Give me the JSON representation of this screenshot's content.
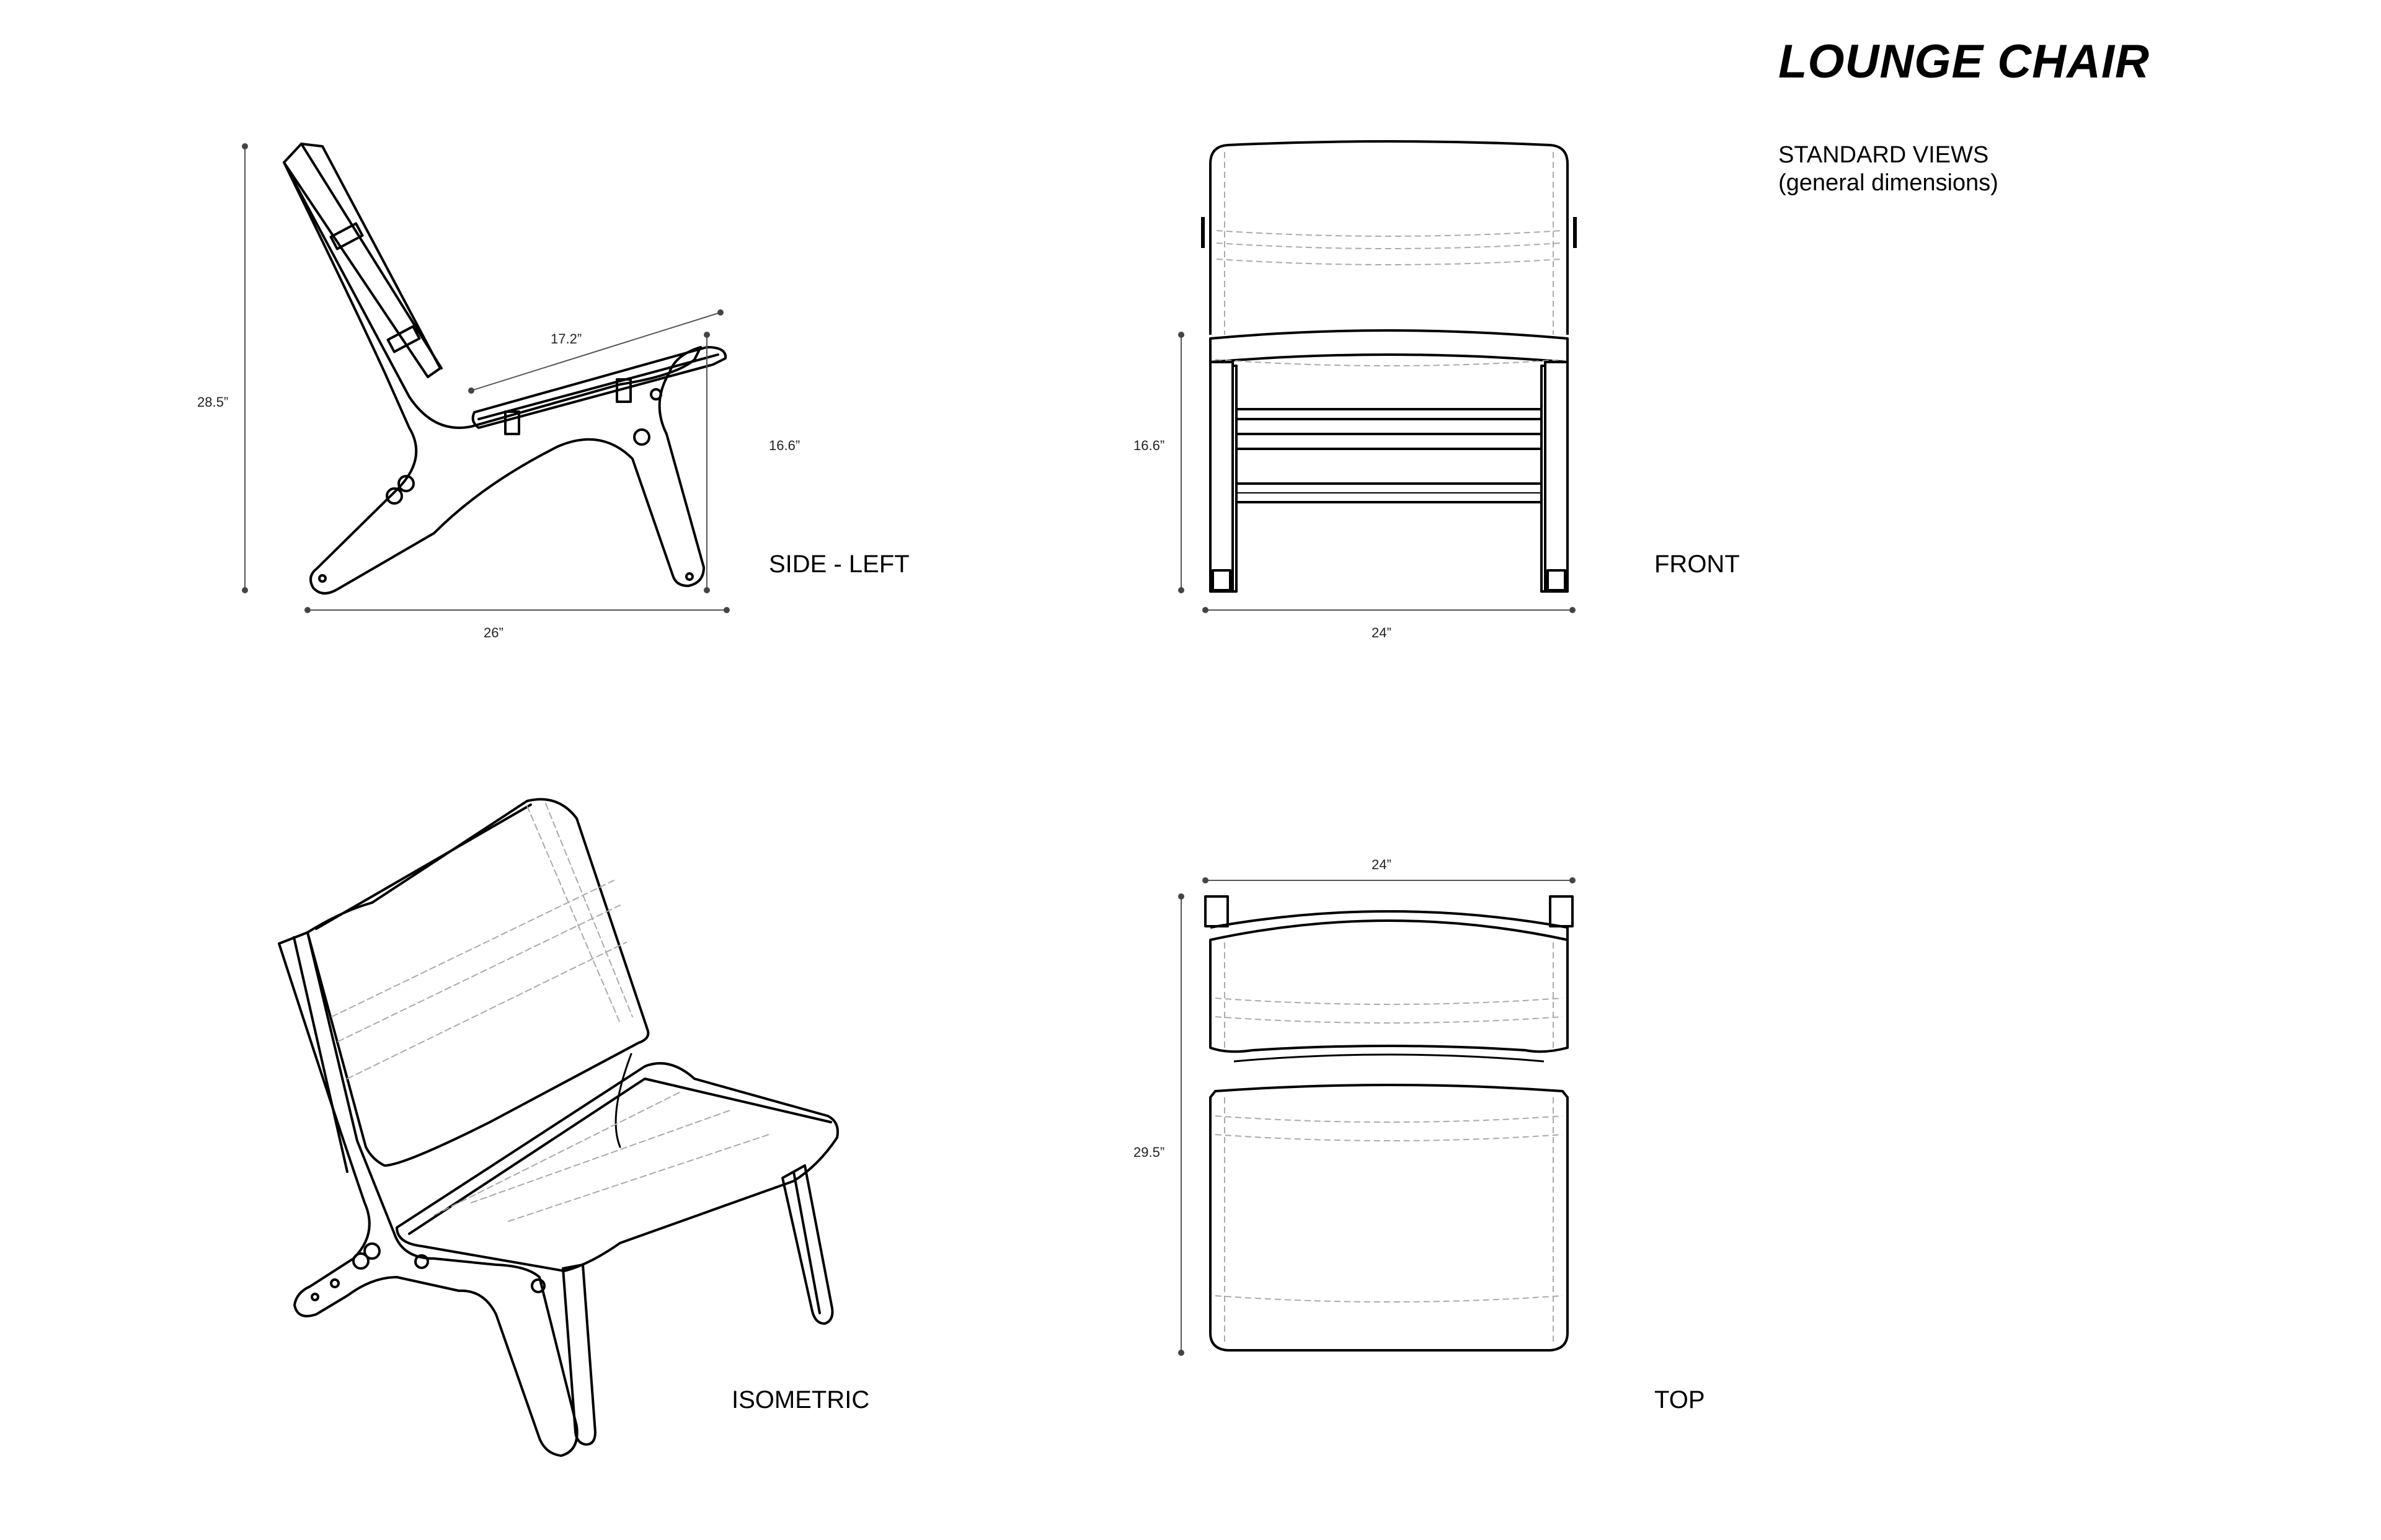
{
  "title": "LOUNGE CHAIR",
  "subtitle": {
    "line1": "STANDARD VIEWS",
    "line2": "(general dimensions)"
  },
  "views": {
    "side_left": {
      "label": "SIDE - LEFT",
      "dims": {
        "height": "28.5”",
        "seat_depth": "17.2”",
        "seat_height": "16.6”",
        "depth": "26”"
      }
    },
    "front": {
      "label": "FRONT",
      "dims": {
        "seat_height": "16.6”",
        "width": "24”"
      }
    },
    "isometric": {
      "label": "ISOMETRIC"
    },
    "top": {
      "label": "TOP",
      "dims": {
        "width": "24”",
        "depth": "29.5”"
      }
    }
  }
}
